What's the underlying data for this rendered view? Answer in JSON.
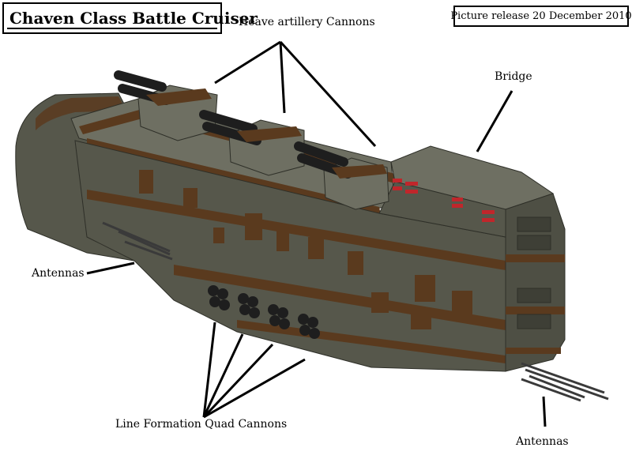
{
  "title": "Chaven Class Battle Cruiser",
  "release": "Picture release 20 December 2010",
  "labels": {
    "heavy_cannons": "Heave artillery Cannons",
    "bridge": "Bridge",
    "antennas_left": "Antennas",
    "quad_cannons": "Line Formation Quad Cannons",
    "antennas_right": "Antennas"
  },
  "colors": {
    "hull": "#56574b",
    "hull_dark": "#3e3f36",
    "hull_light": "#6e6f62",
    "stripe": "#5a3a1e",
    "accent_red": "#c0262b",
    "barrel": "#1e1e1e"
  }
}
